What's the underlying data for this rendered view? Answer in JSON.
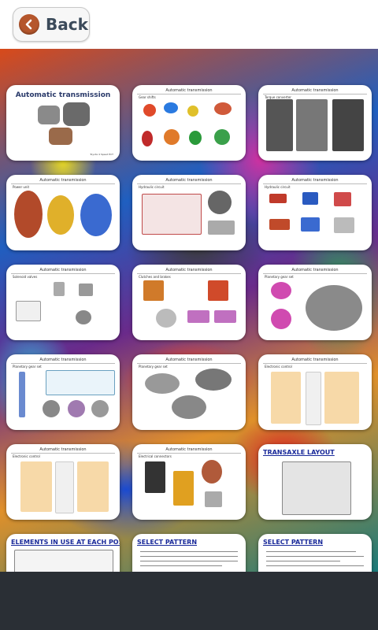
{
  "topbar": {
    "back_label": "Back",
    "back_icon": "chevron-left-icon",
    "back_icon_color": "#b5562c"
  },
  "thumbnails": [
    {
      "title": "Automatic transmission",
      "caption": "Toyota 4 Speed ECT"
    },
    {
      "title": "Automatic transmission",
      "subtitle": "Gear shifts"
    },
    {
      "title": "Automatic transmission",
      "subtitle": "Torque converter"
    },
    {
      "title": "Automatic transmission",
      "subtitle": "Power unit"
    },
    {
      "title": "Automatic transmission",
      "subtitle": "Hydraulic circuit"
    },
    {
      "title": "Automatic transmission",
      "subtitle": "Hydraulic circuit"
    },
    {
      "title": "Automatic transmission",
      "subtitle": "Solenoid valves"
    },
    {
      "title": "Automatic transmission",
      "subtitle": "Clutches and brakes"
    },
    {
      "title": "Automatic transmission",
      "subtitle": "Planetary gear set"
    },
    {
      "title": "Automatic transmission",
      "subtitle": "Planetary gear set"
    },
    {
      "title": "Automatic transmission",
      "subtitle": "Planetary gear set"
    },
    {
      "title": "Automatic transmission",
      "subtitle": "Electronic control"
    },
    {
      "title": "Automatic transmission",
      "subtitle": "Electronic control"
    },
    {
      "title": "Automatic transmission",
      "subtitle": "Electrical connectors"
    },
    {
      "title": "TRANSAXLE LAYOUT"
    },
    {
      "title": "ELEMENTS IN USE AT EACH POSITION"
    },
    {
      "title": "SELECT PATTERN"
    },
    {
      "title": "SELECT PATTERN"
    }
  ]
}
